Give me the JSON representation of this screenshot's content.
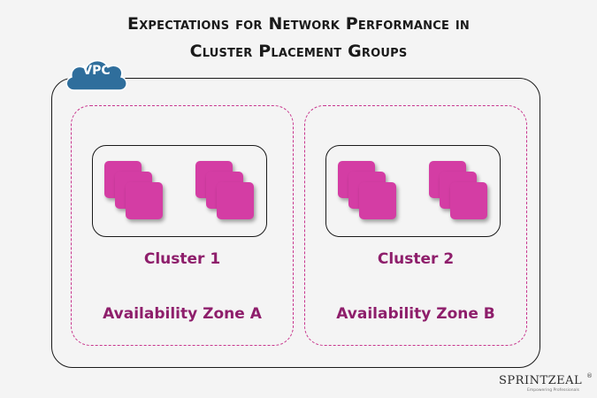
{
  "title": {
    "line1": "Expectations for Network Performance in",
    "line2": "Cluster Placement Groups"
  },
  "vpc": {
    "label": "VPC"
  },
  "zones": [
    {
      "label": "Availability Zone A",
      "cluster_label": "Cluster 1"
    },
    {
      "label": "Availability Zone B",
      "cluster_label": "Cluster 2"
    }
  ],
  "colors": {
    "instance": "#d43da4",
    "label_text": "#8e1e6b",
    "dashed_border": "#c8368d",
    "vpc_cloud": "#2f6e9c"
  },
  "brand": {
    "name": "SPRINTZEAL",
    "tagline": "Empowering Professionals",
    "registered": "®"
  }
}
